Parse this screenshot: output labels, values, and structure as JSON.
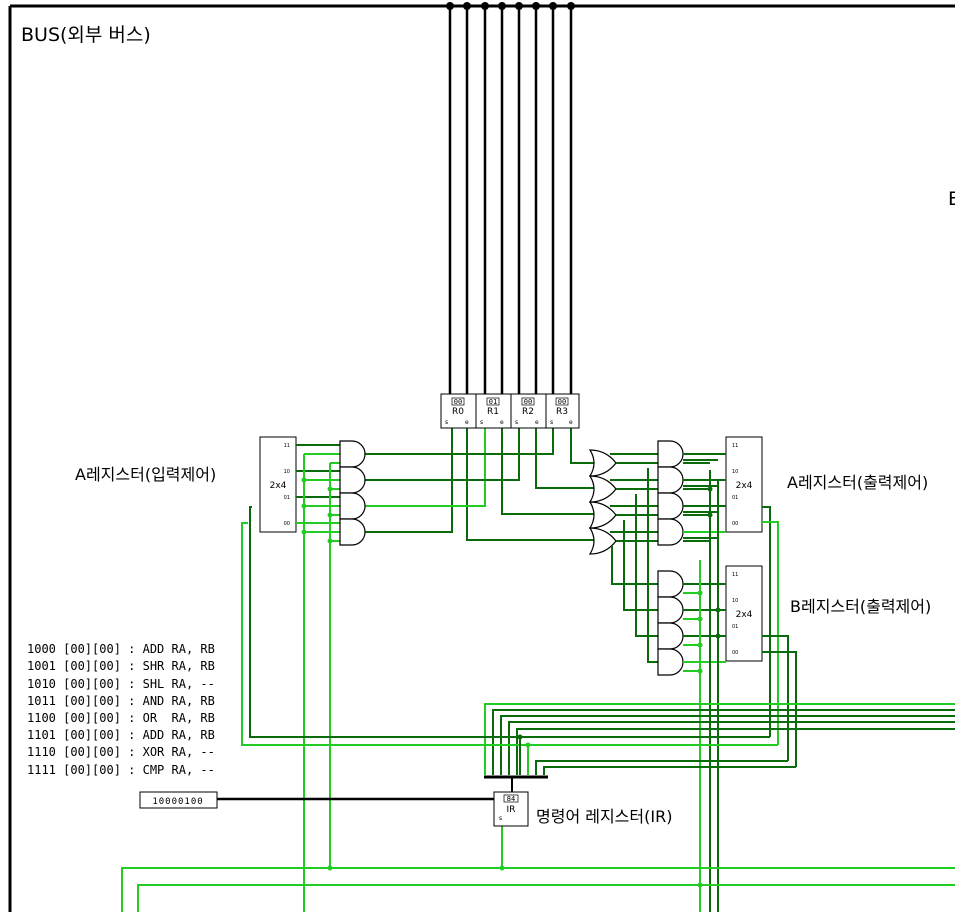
{
  "labels": {
    "bus": "BUS(외부 버스)",
    "edge_letter": "E",
    "a_in": "A레지스터(입력제어)",
    "a_out": "A레지스터(출력제어)",
    "b_out": "B레지스터(출력제어)",
    "ir": "명령어 레지스터(IR)"
  },
  "decoder_a_in": {
    "name": "2x4",
    "outputs": [
      "11",
      "10",
      "01",
      "00"
    ]
  },
  "decoder_a_out": {
    "name": "2x4",
    "outputs": [
      "11",
      "10",
      "01",
      "00"
    ]
  },
  "decoder_b_out": {
    "name": "2x4",
    "outputs": [
      "11",
      "10",
      "01",
      "00"
    ]
  },
  "registers": [
    {
      "name": "R0",
      "value": "00",
      "s": "s",
      "e": "e"
    },
    {
      "name": "R1",
      "value": "01",
      "s": "s",
      "e": "e"
    },
    {
      "name": "R2",
      "value": "00",
      "s": "s",
      "e": "e"
    },
    {
      "name": "R3",
      "value": "00",
      "s": "s",
      "e": "e"
    }
  ],
  "ir_register": {
    "name": "IR",
    "value": "84",
    "s": "s"
  },
  "input_pin": {
    "value": "10000100"
  },
  "opcodes": [
    "1000 [00][00] : ADD RA, RB",
    "1001 [00][00] : SHR RA, RB",
    "1010 [00][00] : SHL RA, --",
    "1011 [00][00] : AND RA, RB",
    "1100 [00][00] : OR  RA, RB",
    "1101 [00][00] : ADD RA, RB",
    "1110 [00][00] : XOR RA, --",
    "1111 [00][00] : CMP RA, --"
  ],
  "colors": {
    "wire_black": "#000000",
    "wire_dark": "#0a6b0a",
    "wire_light": "#22cc22"
  }
}
